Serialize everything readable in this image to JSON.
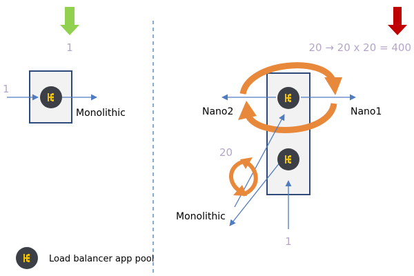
{
  "left": {
    "top_count": "1",
    "input_count": "1",
    "label": "Monolithic"
  },
  "right": {
    "formula": "20 → 20 x 20 = 400",
    "label_right": "Nano1",
    "label_left": "Nano2",
    "loop_count": "20",
    "label_bottom_left": "Monolithic",
    "input_count": "1"
  },
  "legend": {
    "label": "Load balancer app pool",
    "icon": "load-balancer-icon"
  },
  "colors": {
    "green_arrow": "#92D050",
    "red_arrow": "#C00000",
    "orange": "#E8883A",
    "blue": "#4F7CC0",
    "box_border": "#2E4A7A",
    "box_fill": "#F2F2F2",
    "icon_fill": "#3C3F45",
    "icon_glyph": "#F2C200",
    "count_text": "#B4A6C9",
    "divider": "#5B8ED6"
  }
}
